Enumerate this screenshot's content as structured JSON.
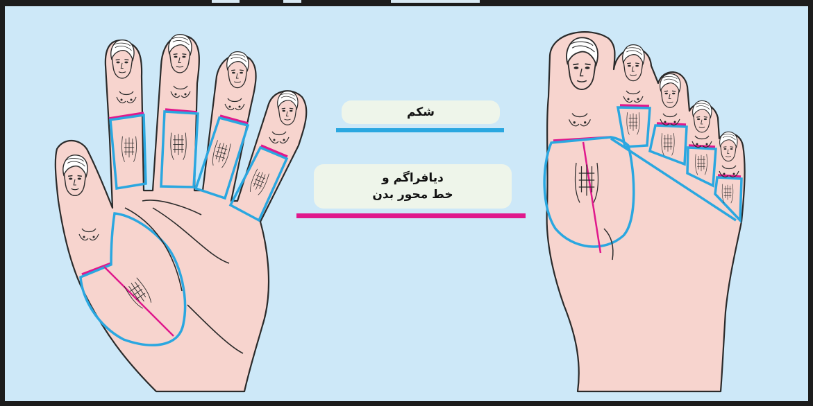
{
  "labels": {
    "abdomen": "شکم",
    "diaphragm_line1": "دیافراگم و",
    "diaphragm_line2": "خط محور بدن"
  },
  "colors": {
    "background": "#cde8f8",
    "frame": "#1c1c1c",
    "skin": "#f7d4ce",
    "outline": "#2a2a2a",
    "zone_outline": "#2aa7e0",
    "diaphragm_line": "#e0188c",
    "label_box": "#eef5ea"
  },
  "icons": {
    "hand": "hand-illustration",
    "foot": "foot-illustration",
    "face": "face-icon"
  }
}
